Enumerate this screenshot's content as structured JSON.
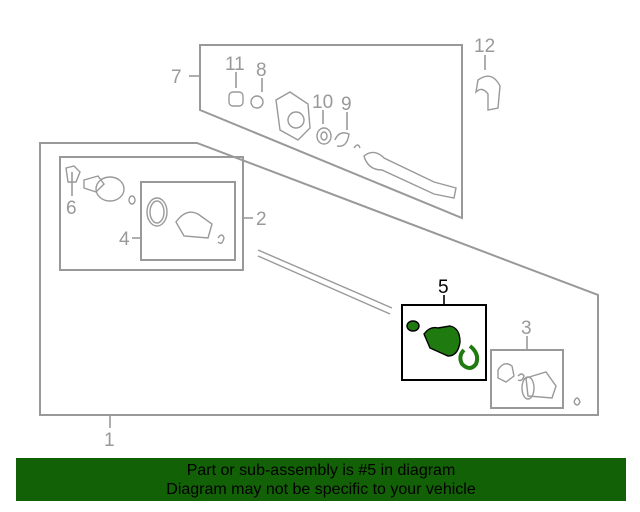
{
  "diagram": {
    "callouts": [
      "1",
      "2",
      "3",
      "4",
      "5",
      "6",
      "7",
      "8",
      "9",
      "10",
      "11",
      "12"
    ],
    "highlighted_callout": "5",
    "highlight_color": "#1f7a10",
    "outline_color": "#999999"
  },
  "banner": {
    "line1": "Part or sub-assembly is #5 in diagram",
    "line2": "Diagram may not be specific to your vehicle",
    "background": "#136106"
  }
}
